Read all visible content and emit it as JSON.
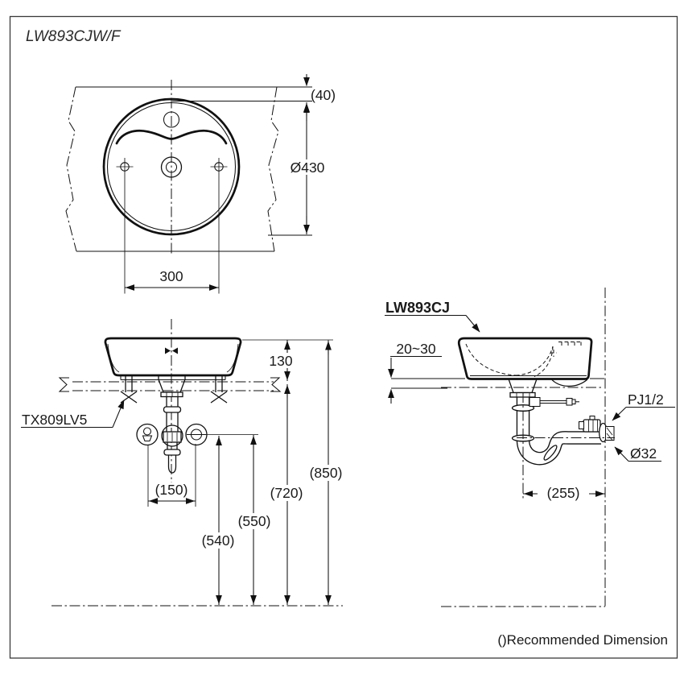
{
  "page": {
    "title": "LW893CJW/F",
    "note": "()Recommended Dimension"
  },
  "top_view": {
    "basin_diameter": "Ø430",
    "wall_offset": "(40)",
    "faucet_hole_spacing": "300"
  },
  "front_view": {
    "fixing_kit_part": "TX809LV5",
    "rim_above_counter": "130",
    "supply_spacing": "(150)",
    "supply_height": "(540)",
    "trap_outlet_height": "(550)",
    "counter_height": "(720)",
    "rim_height": "(850)"
  },
  "side_view": {
    "basin_part": "LW893CJ",
    "counter_thickness": "20~30",
    "supply_connection": "PJ1/2",
    "drain_pipe_diameter": "Ø32",
    "trap_wall_offset": "(255)"
  },
  "colors": {
    "ink": "#1a1a1a",
    "background": "#ffffff"
  }
}
